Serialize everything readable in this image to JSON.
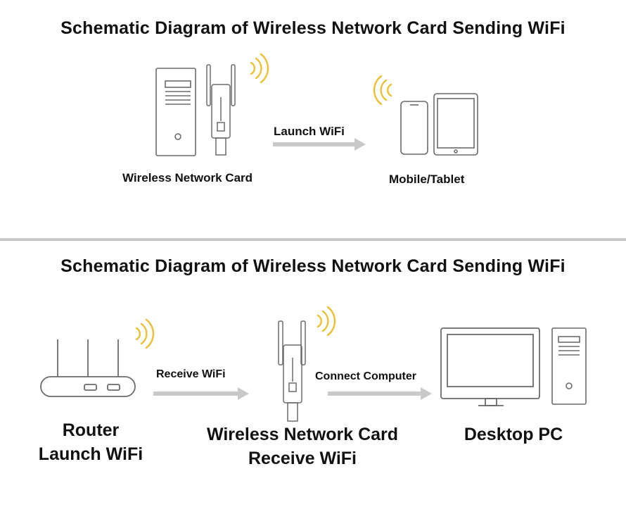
{
  "top_panel": {
    "title": "Schematic Diagram of Wireless Network Card Sending WiFi",
    "arrow_label": "Launch WiFi",
    "left_caption": "Wireless Network Card",
    "right_caption": "Mobile/Tablet"
  },
  "bottom_panel": {
    "title": "Schematic Diagram of Wireless Network Card Sending WiFi",
    "arrow1_label": "Receive WiFi",
    "arrow2_label": "Connect Computer",
    "router_caption_line1": "Router",
    "router_caption_line2": "Launch WiFi",
    "card_caption_line1": "Wireless Network Card",
    "card_caption_line2": "Receive WiFi",
    "pc_caption": "Desktop PC"
  },
  "colors": {
    "outline": "#6b6b6b",
    "arrow": "#c9c9c9",
    "wifi_signal": "#e8c23a",
    "divider": "#c8c8c8"
  },
  "icons": [
    "computer-tower-icon",
    "usb-wifi-adapter-icon",
    "wifi-signal-icon",
    "smartphone-icon",
    "tablet-icon",
    "router-icon",
    "monitor-icon",
    "arrow-right-icon"
  ]
}
